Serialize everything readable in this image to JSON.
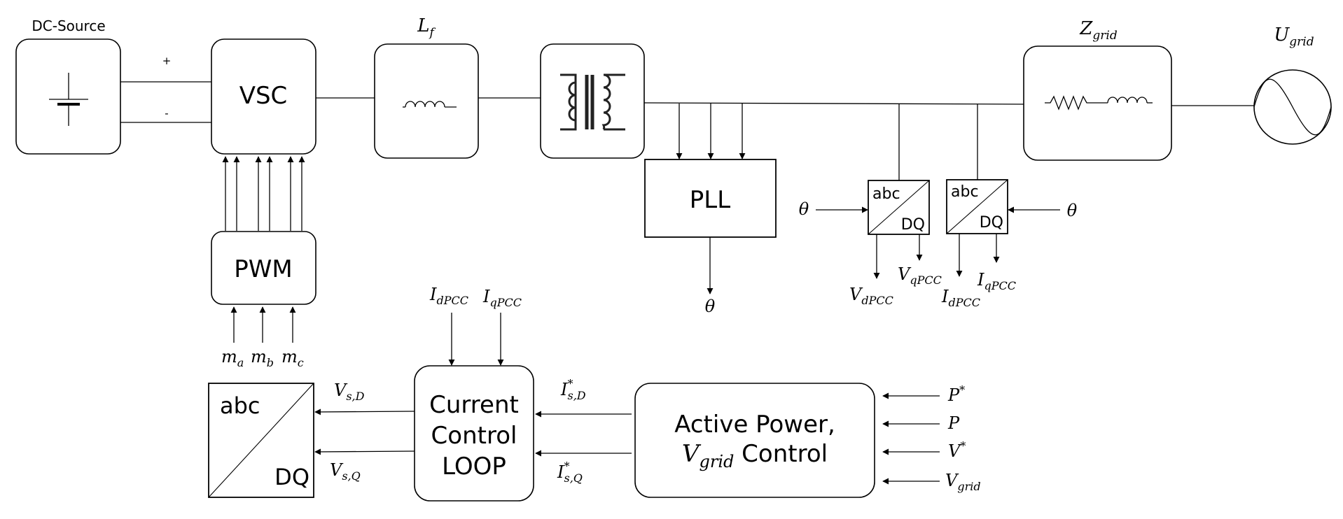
{
  "blocks": {
    "dc_source": "DC-Source",
    "vsc": "VSC",
    "pwm": "PWM",
    "pll": "PLL",
    "current_control": [
      "Current",
      "Control",
      "LOOP"
    ],
    "active_power": {
      "line1": "Active Power,",
      "v_main": "V",
      "v_sub": "grid",
      "v_rest": " Control"
    },
    "abc_small": "abc",
    "dq_small": "DQ",
    "abc_big": "abc",
    "dq_big": "DQ"
  },
  "terminals": {
    "plus": "+",
    "minus": "-"
  },
  "labels": {
    "lf": {
      "main": "L",
      "sub": "f"
    },
    "zgrid": {
      "main": "Z",
      "sub": "grid"
    },
    "ugrid": {
      "main": "U",
      "sub": "grid"
    },
    "theta": "θ",
    "vdpcc": {
      "main": "V",
      "sub": "dPCC"
    },
    "vqpcc": {
      "main": "V",
      "sub": "qPCC"
    },
    "idpcc": {
      "main": "I",
      "sub": "dPCC"
    },
    "iqpcc": {
      "main": "I",
      "sub": "qPCC"
    },
    "ma": {
      "main": "m",
      "sub": "a"
    },
    "mb": {
      "main": "m",
      "sub": "b"
    },
    "mc": {
      "main": "m",
      "sub": "c"
    },
    "vsd": {
      "main": "V",
      "sub": "s,D"
    },
    "vsq": {
      "main": "V",
      "sub": "s,Q"
    },
    "isd": {
      "main": "I",
      "sup": "*",
      "sub": "s,D"
    },
    "isq": {
      "main": "I",
      "sup": "*",
      "sub": "s,Q"
    },
    "pstar": {
      "main": "P",
      "sup": "*"
    },
    "p": {
      "main": "P"
    },
    "vstar": {
      "main": "V",
      "sup": "*"
    },
    "vgrid": {
      "main": "V",
      "sub": "grid"
    }
  }
}
